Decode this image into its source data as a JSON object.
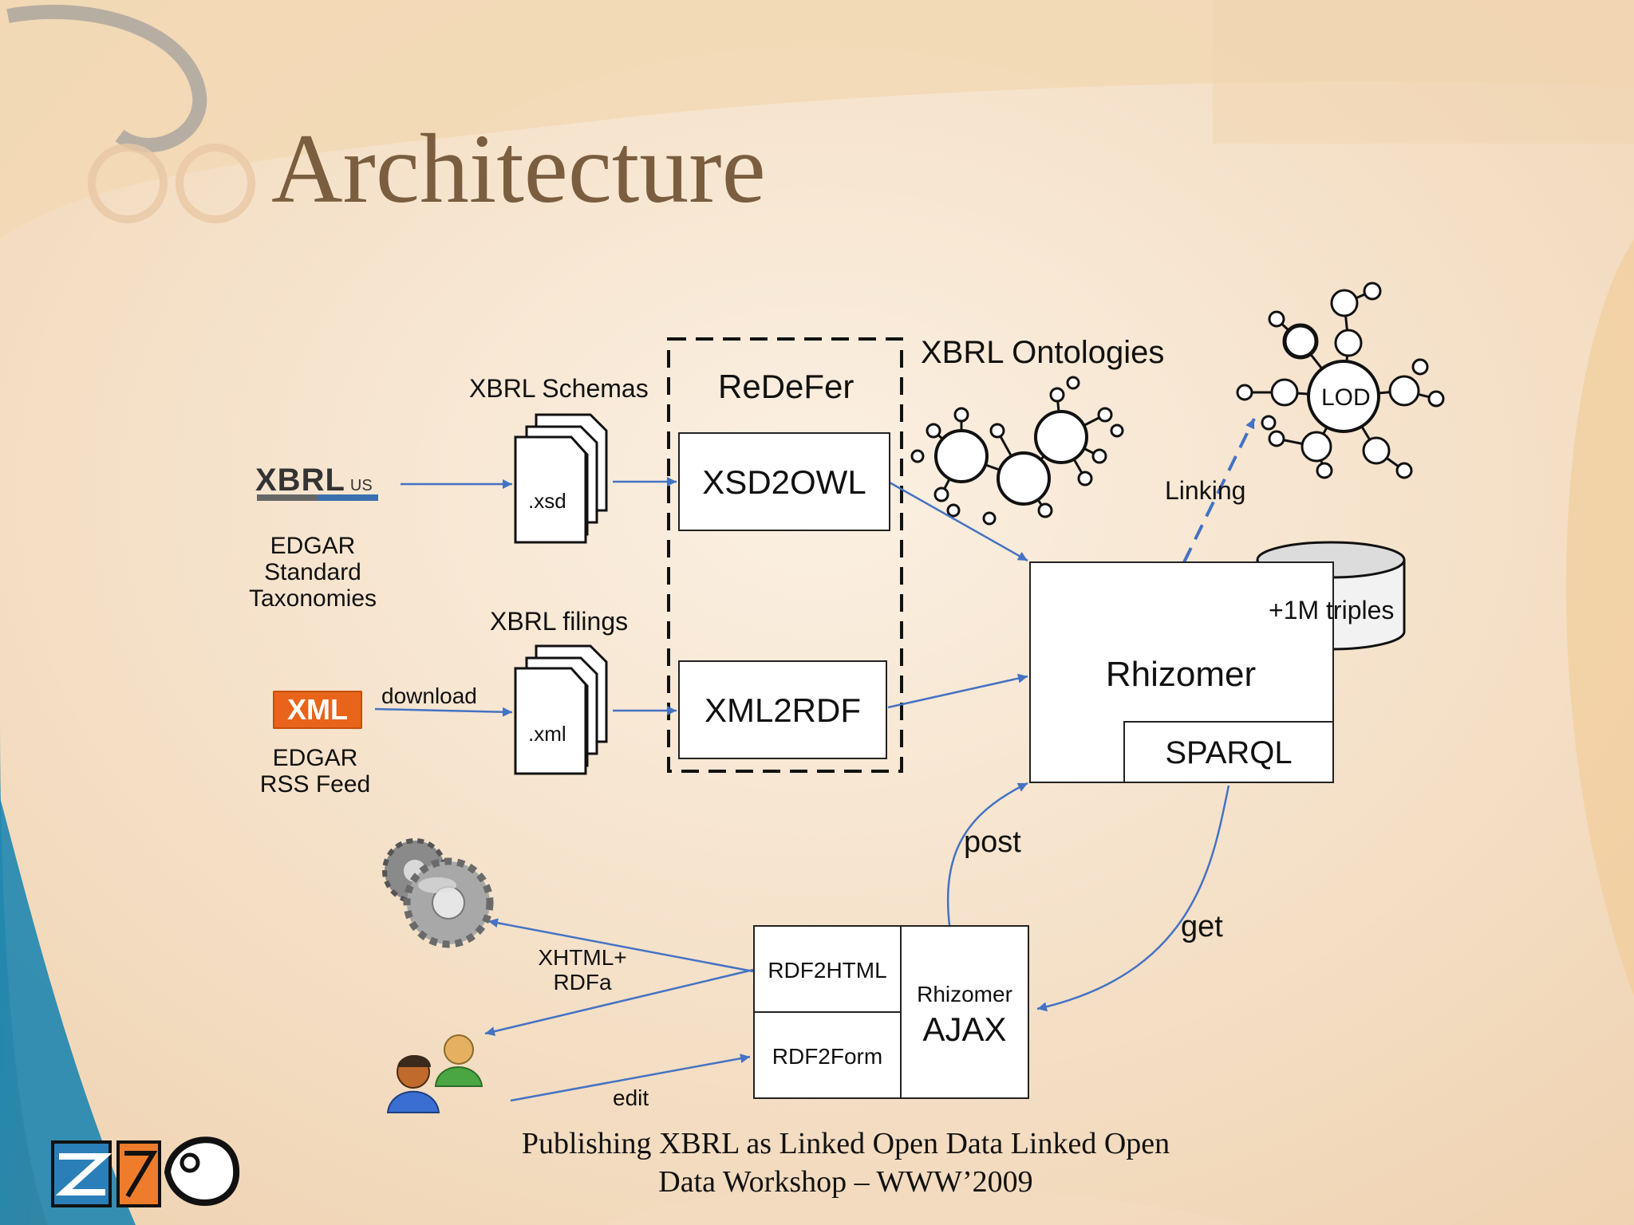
{
  "slide": {
    "title": "Architecture",
    "footer_line1": "Publishing XBRL as Linked Open Data Linked Open",
    "footer_line2": "Data Workshop – WWW’2009"
  },
  "diagram": {
    "xbrl_logo": "XBRL",
    "xbrl_logo_suffix": "US",
    "edgar_taxonomies": [
      "EDGAR",
      "Standard",
      "Taxonomies"
    ],
    "xml_badge": "XML",
    "edgar_feed": [
      "EDGAR",
      "RSS Feed"
    ],
    "download": "download",
    "xbrl_schemas": "XBRL Schemas",
    "xsd_doc": ".xsd",
    "xbrl_filings": "XBRL filings",
    "xml_doc": ".xml",
    "redefer": "ReDeFer",
    "xsd2owl": "XSD2OWL",
    "xml2rdf": "XML2RDF",
    "xbrl_ontologies": "XBRL Ontologies",
    "lod": "LOD",
    "linking": "Linking",
    "triples": "+1M triples",
    "rhizomer": "Rhizomer",
    "sparql": "SPARQL",
    "post": "post",
    "get": "get",
    "rdf2html": "RDF2HTML",
    "rdf2form": "RDF2Form",
    "rhizomer_small": "Rhizomer",
    "ajax": "AJAX",
    "xhtml_rdfa": [
      "XHTML+",
      "RDFa"
    ],
    "edit": "edit"
  },
  "colors": {
    "title": "#7a5e3f",
    "arrow": "#4472c4",
    "xml_badge": "#e8641a",
    "background": "#f7eadb"
  },
  "icons": [
    "gears-icon",
    "users-icon",
    "eye-icon",
    "logo-icon"
  ]
}
